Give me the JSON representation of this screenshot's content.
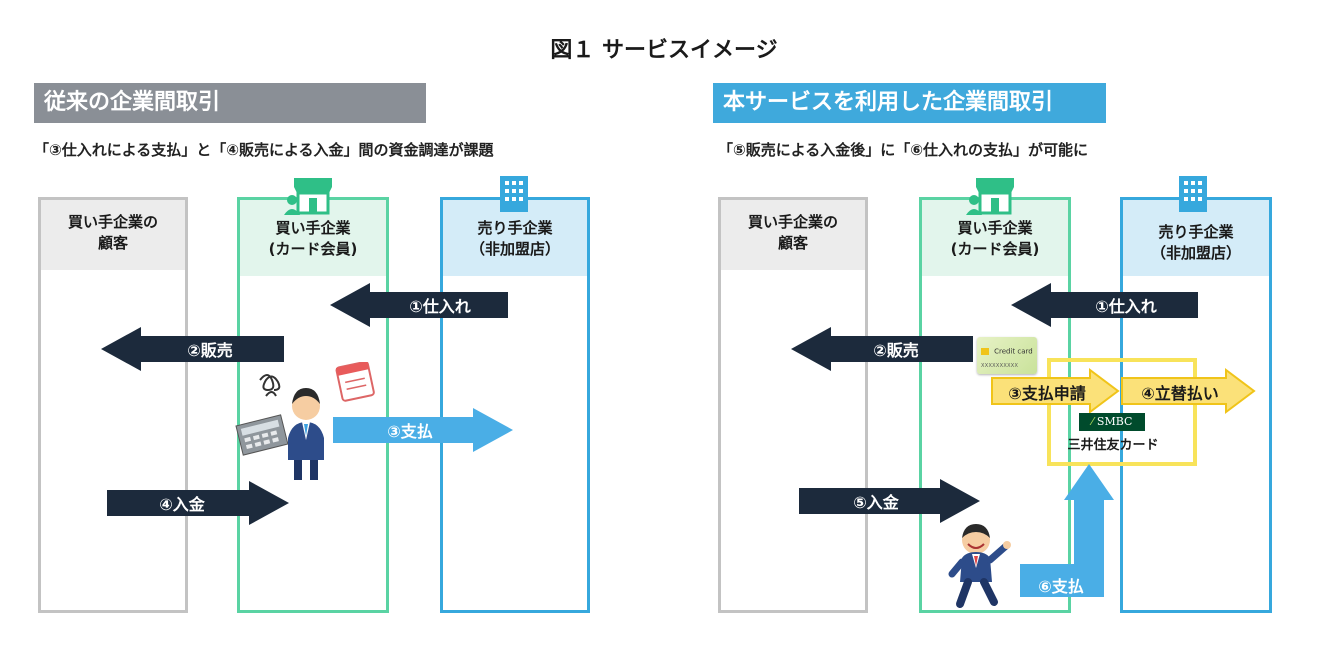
{
  "figure_title": "図１ サービスイメージ",
  "colors": {
    "left_header": "#8a8f96",
    "right_header": "#3fa9dc",
    "gray": "#c3c3c3",
    "gray_fill": "#ececec",
    "green": "#5ad3a3",
    "green_fill": "#e2f5ec",
    "blue": "#36a8dd",
    "blue_fill": "#d4ecf8",
    "navy": "#1c2a3c",
    "light_blue": "#4aaee6",
    "yellow": "#f8e35a",
    "yellow_fill": "#fbe179"
  },
  "left_panel": {
    "header": "従来の企業間取引",
    "subtitle": "「③仕入れによる支払」と「④販売による入金」間の資金調達が課題",
    "columns": [
      {
        "line1": "買い手企業の",
        "line2": "顧客"
      },
      {
        "line1": "買い手企業",
        "line2": "(カード会員)"
      },
      {
        "line1": "売り手企業",
        "line2": "（非加盟店）"
      }
    ],
    "arrows": [
      "①仕入れ",
      "②販売",
      "③支払",
      "④入金"
    ]
  },
  "right_panel": {
    "header": "本サービスを利用した企業間取引",
    "subtitle": "「⑤販売による入金後」に「⑥仕入れの支払」が可能に",
    "columns": [
      {
        "line1": "買い手企業の",
        "line2": "顧客"
      },
      {
        "line1": "買い手企業",
        "line2": "(カード会員)"
      },
      {
        "line1": "売り手企業",
        "line2": "（非加盟店）"
      }
    ],
    "arrows": [
      "①仕入れ",
      "②販売",
      "③支払申請",
      "④立替払い",
      "⑤入金",
      "⑥支払"
    ],
    "card_text": {
      "line1": "Credit card",
      "line2": "XXXXXXXXXX"
    },
    "smbc_logo": {
      "line1": "SMBC",
      "line2": "三井住友カード"
    }
  }
}
